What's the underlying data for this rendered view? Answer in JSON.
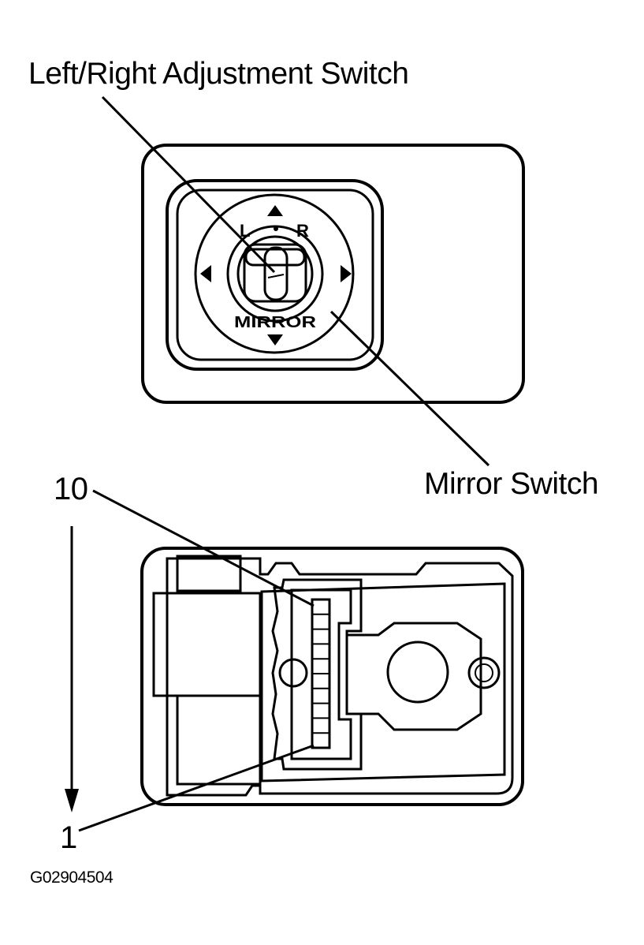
{
  "labels": {
    "lr_adjustment_switch": "Left/Right Adjustment Switch",
    "mirror_switch": "Mirror Switch",
    "pin_10": "10",
    "pin_1": "1",
    "figure_code": "G02904504"
  },
  "switch_face": {
    "left_letter": "L",
    "right_letter": "R",
    "mirror_text": "MIRROR"
  },
  "connector": {
    "pin_count": 10
  },
  "colors": {
    "ink": "#000000",
    "paper": "#ffffff"
  }
}
